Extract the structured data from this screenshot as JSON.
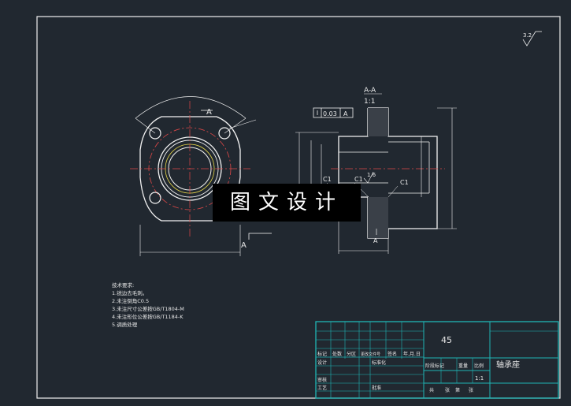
{
  "roughness": "3.2",
  "section_label": "A-A",
  "section_scale": "1:1",
  "datum_letter": "A",
  "view_arrow_letter": "A",
  "tolerance": {
    "value": "0.03",
    "datum": "A"
  },
  "chamfer_1": "C1",
  "chamfer_2": "C1",
  "chamfer_3": "C1",
  "inner_roughness": "1.6",
  "watermark": "图文设计",
  "tech_requirements": [
    "技术要求:",
    "1.锐边去毛刺。",
    "2.未注倒角C0.5",
    "3.未注尺寸公差按GB/T1804-M",
    "4.未注形位公差按GB/T1184-K",
    "5.调质处理"
  ],
  "title_block": {
    "material": "45",
    "part_name": "轴承座",
    "scale": "1:1",
    "row_labels": [
      "标记",
      "处数",
      "分区",
      "更改文件号",
      "签名",
      "年.月.日"
    ],
    "design": "设计",
    "standardization": "标准化",
    "stage_header": [
      "阶段标记",
      "重量",
      "比例"
    ],
    "review": "审核",
    "process": "工艺",
    "approve": "批准",
    "sheet_info": [
      "共",
      "张",
      "第",
      "张"
    ]
  }
}
